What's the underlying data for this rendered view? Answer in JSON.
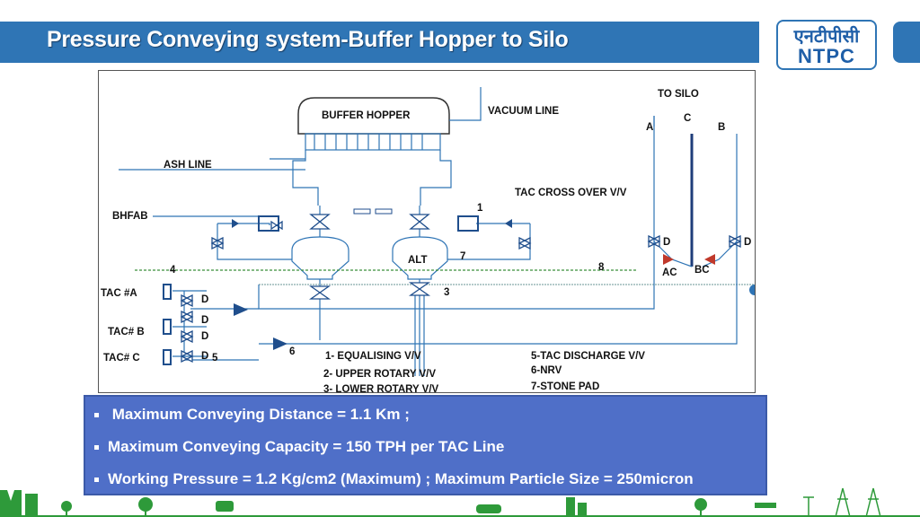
{
  "header": {
    "title": "Pressure Conveying system-Buffer Hopper to Silo"
  },
  "logo": {
    "hindi_text": "एनटीपीसी",
    "english_text": "NTPC"
  },
  "diagram": {
    "labels": {
      "buffer_hopper": "BUFFER HOPPER",
      "vacuum_line": "VACUUM LINE",
      "to_silo": "TO SILO",
      "silo_a": "A",
      "silo_c": "C",
      "silo_b": "B",
      "ash_line": "ASH LINE",
      "tac_cross_over": "TAC CROSS OVER V/V",
      "bhfab": "BHFAB",
      "alt": "ALT",
      "num1": "1",
      "num3": "3",
      "num4": "4",
      "num5": "5",
      "num6": "6",
      "num7": "7",
      "num8": "8",
      "ac": "AC",
      "bc": "BC",
      "tac_a": "TAC #A",
      "tac_b": "TAC# B",
      "tac_c": "TAC# C",
      "d1": "D",
      "d2": "D",
      "d3": "D",
      "d4": "D",
      "d_right1": "D",
      "d_right2": "D"
    },
    "legend": [
      "1- EQUALISING V/V",
      "2-  UPPER  ROTARY V/V",
      "3- LOWER ROTARY V/V",
      "5-TAC DISCHARGE V/V",
      "6-NRV",
      "7-STONE PAD"
    ]
  },
  "info": {
    "items": [
      "Maximum Conveying Distance = 1.1 Km ;",
      "Maximum Conveying Capacity = 150 TPH per TAC Line",
      "Working Pressure = 1.2 Kg/cm2 (Maximum) ; Maximum Particle Size = 250micron"
    ]
  },
  "colors": {
    "title_bar": "#2f75b5",
    "info_box": "#4f6fc8",
    "line": "#2e74b5",
    "footer": "#2e9a3a"
  }
}
